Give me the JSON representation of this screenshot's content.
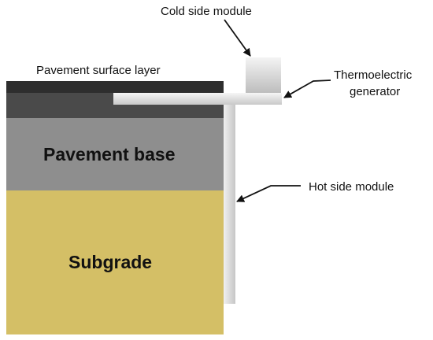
{
  "labels": {
    "cold_side_module": "Cold side module",
    "pavement_surface_layer": "Pavement surface layer",
    "thermoelectric_generator_line1": "Thermoelectric",
    "thermoelectric_generator_line2": "generator",
    "pavement_base": "Pavement base",
    "hot_side_module": "Hot side module",
    "subgrade": "Subgrade"
  },
  "colors": {
    "surface_layer": "#333333",
    "binder_layer": "#4a4a4a",
    "pavement_base": "#8e8e8e",
    "subgrade": "#d4bf66",
    "hot_side_module": "#e6e6e6",
    "teg_plate": "#ececec",
    "cold_side_module": "#d2d2d2",
    "arrow": "#111111"
  }
}
